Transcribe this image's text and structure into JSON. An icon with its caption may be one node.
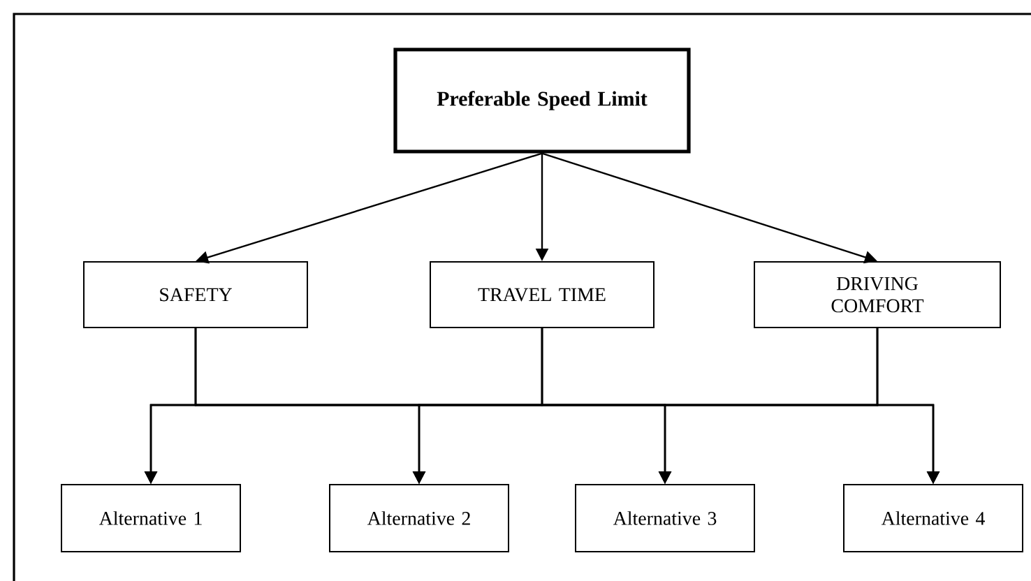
{
  "diagram": {
    "nodes": [
      {
        "text": [
          "Preferable Speed Limit"
        ]
      },
      {
        "text": [
          "SAFETY"
        ]
      },
      {
        "text": [
          "TRAVEL TIME"
        ]
      },
      {
        "text": [
          "DRIVING COMFORT"
        ]
      },
      {
        "text": [
          "Alternative 1"
        ]
      },
      {
        "text": [
          "Alternative 2"
        ]
      },
      {
        "text": [
          "Alternative 3"
        ]
      },
      {
        "text": [
          "Alternative 4"
        ]
      }
    ],
    "edges": [
      {
        "from": 0,
        "to": 1,
        "arrow": "to"
      },
      {
        "from": 0,
        "to": 2,
        "arrow": "to"
      },
      {
        "from": 0,
        "to": 3,
        "arrow": "to"
      },
      {
        "from": 1,
        "to": 4,
        "arrow": "to"
      },
      {
        "from": 1,
        "to": 5,
        "arrow": "to"
      },
      {
        "from": 1,
        "to": 6,
        "arrow": "to"
      },
      {
        "from": 1,
        "to": 7,
        "arrow": "to"
      },
      {
        "from": 2,
        "to": 4,
        "arrow": "to"
      },
      {
        "from": 2,
        "to": 5,
        "arrow": "to"
      },
      {
        "from": 2,
        "to": 6,
        "arrow": "to"
      },
      {
        "from": 2,
        "to": 7,
        "arrow": "to"
      },
      {
        "from": 3,
        "to": 4,
        "arrow": "to"
      },
      {
        "from": 3,
        "to": 5,
        "arrow": "to"
      },
      {
        "from": 3,
        "to": 6,
        "arrow": "to"
      },
      {
        "from": 3,
        "to": 7,
        "arrow": "to"
      }
    ]
  }
}
